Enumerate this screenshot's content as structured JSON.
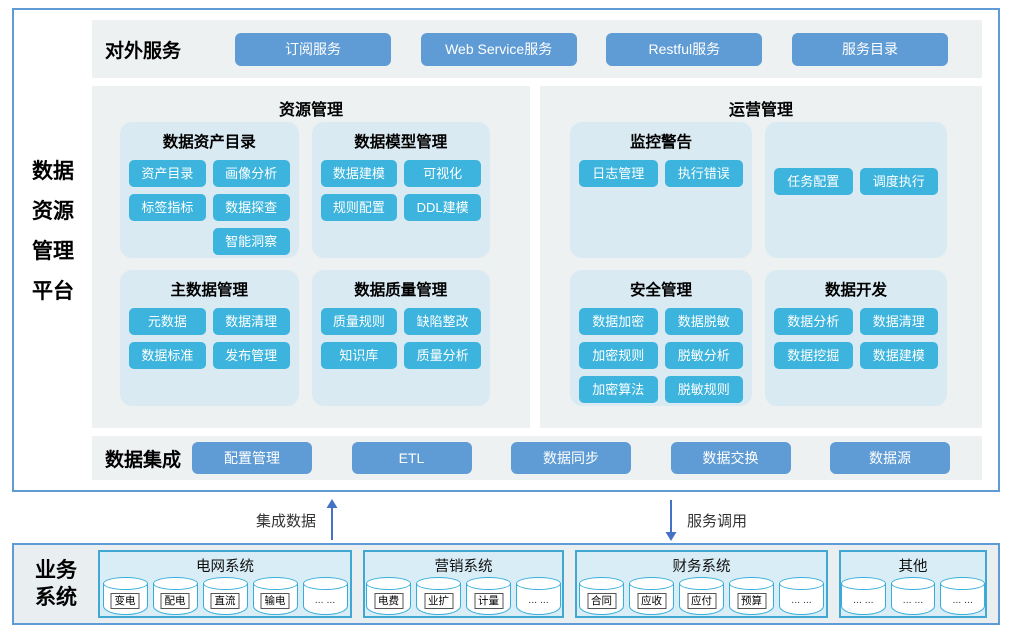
{
  "platform": {
    "side_title_lines": [
      "数据",
      "资源",
      "管理",
      "平台"
    ]
  },
  "external_services": {
    "label": "对外服务",
    "buttons": [
      "订阅服务",
      "Web Service服务",
      "Restful服务",
      "服务目录"
    ]
  },
  "resource_management": {
    "title": "资源管理",
    "cards": [
      {
        "title": "数据资产目录",
        "buttons": [
          "资产目录",
          "画像分析",
          "标签指标",
          "数据探查",
          "智能洞察"
        ]
      },
      {
        "title": "数据模型管理",
        "buttons": [
          "数据建模",
          "可视化",
          "规则配置",
          "DDL建模"
        ]
      },
      {
        "title": "主数据管理",
        "buttons": [
          "元数据",
          "数据清理",
          "数据标准",
          "发布管理"
        ]
      },
      {
        "title": "数据质量管理",
        "buttons": [
          "质量规则",
          "缺陷整改",
          "知识库",
          "质量分析"
        ]
      }
    ]
  },
  "operations_management": {
    "title": "运营管理",
    "cards": [
      {
        "title": "监控警告",
        "buttons": [
          "日志管理",
          "执行错误"
        ]
      },
      {
        "title": "",
        "buttons": [
          "任务配置",
          "调度执行"
        ]
      },
      {
        "title": "安全管理",
        "buttons": [
          "数据加密",
          "数据脱敏",
          "加密规则",
          "脱敏分析",
          "加密算法",
          "脱敏规则"
        ]
      },
      {
        "title": "数据开发",
        "buttons": [
          "数据分析",
          "数据清理",
          "数据挖掘",
          "数据建模"
        ]
      }
    ]
  },
  "data_integration": {
    "label": "数据集成",
    "buttons": [
      "配置管理",
      "ETL",
      "数据同步",
      "数据交换",
      "数据源"
    ]
  },
  "flows": {
    "up_label": "集成数据",
    "down_label": "服务调用"
  },
  "business_systems": {
    "label_lines": [
      "业务",
      "系统"
    ],
    "groups": [
      {
        "title": "电网系统",
        "databases": [
          "变电",
          "配电",
          "直流",
          "输电",
          "... ..."
        ]
      },
      {
        "title": "营销系统",
        "databases": [
          "电费",
          "业扩",
          "计量",
          "... ..."
        ]
      },
      {
        "title": "财务系统",
        "databases": [
          "合同",
          "应收",
          "应付",
          "预算",
          "... ..."
        ]
      },
      {
        "title": "其他",
        "databases": [
          "... ...",
          "... ...",
          "... ..."
        ]
      }
    ]
  },
  "colors": {
    "accent_blue": "#5f9cd5",
    "chip_cyan": "#3cb4dd",
    "card_blue": "#d9eaf2",
    "panel_gray": "#eef1f2",
    "group_fill": "#d9edf6",
    "group_border": "#41a8d3",
    "arrow_blue": "#4472c4"
  }
}
